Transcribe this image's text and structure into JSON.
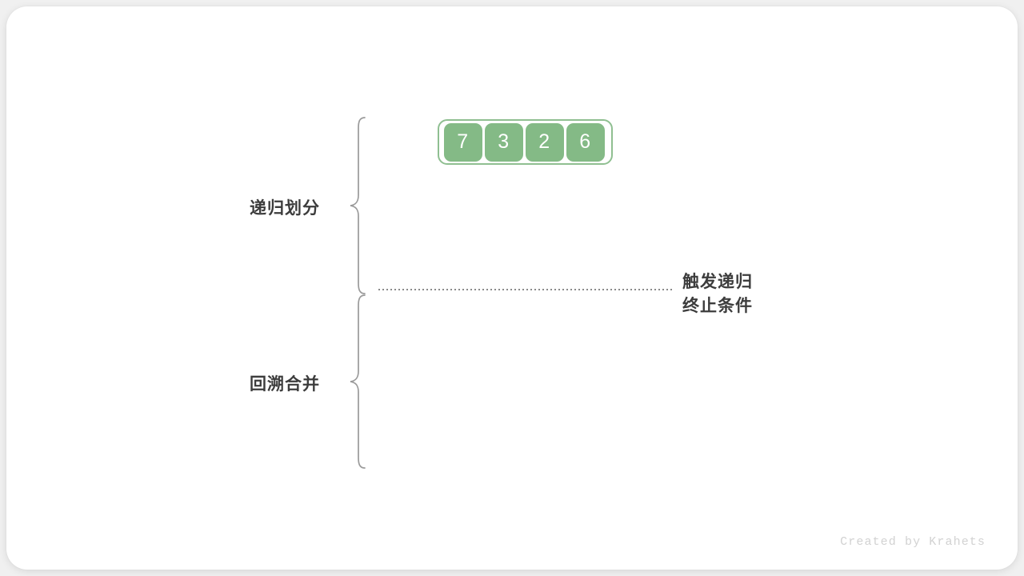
{
  "figure": {
    "title": "merge-sort-recursion-phases",
    "background_color": "#ffffff",
    "card_color": "#ffffff"
  },
  "array": {
    "name": "input-array",
    "accent_color": "#84ba86",
    "border_color": "#8fbf91",
    "text_color": "#ffffff",
    "values": [
      "7",
      "3",
      "2",
      "6"
    ]
  },
  "phases": [
    {
      "id": "divide",
      "label": "递归划分",
      "brace_color": "#9a9a9a"
    },
    {
      "id": "merge",
      "label": "回溯合并",
      "brace_color": "#9a9a9a"
    }
  ],
  "divider": {
    "name": "recursion-base-case-divider",
    "line_color": "#8a8a8a",
    "annotation_line_1": "触发递归",
    "annotation_line_2": "终止条件",
    "annotation_color": "#3c3c3c"
  },
  "watermark": {
    "text": "Created by Krahets",
    "color": "#d2d2d2"
  }
}
